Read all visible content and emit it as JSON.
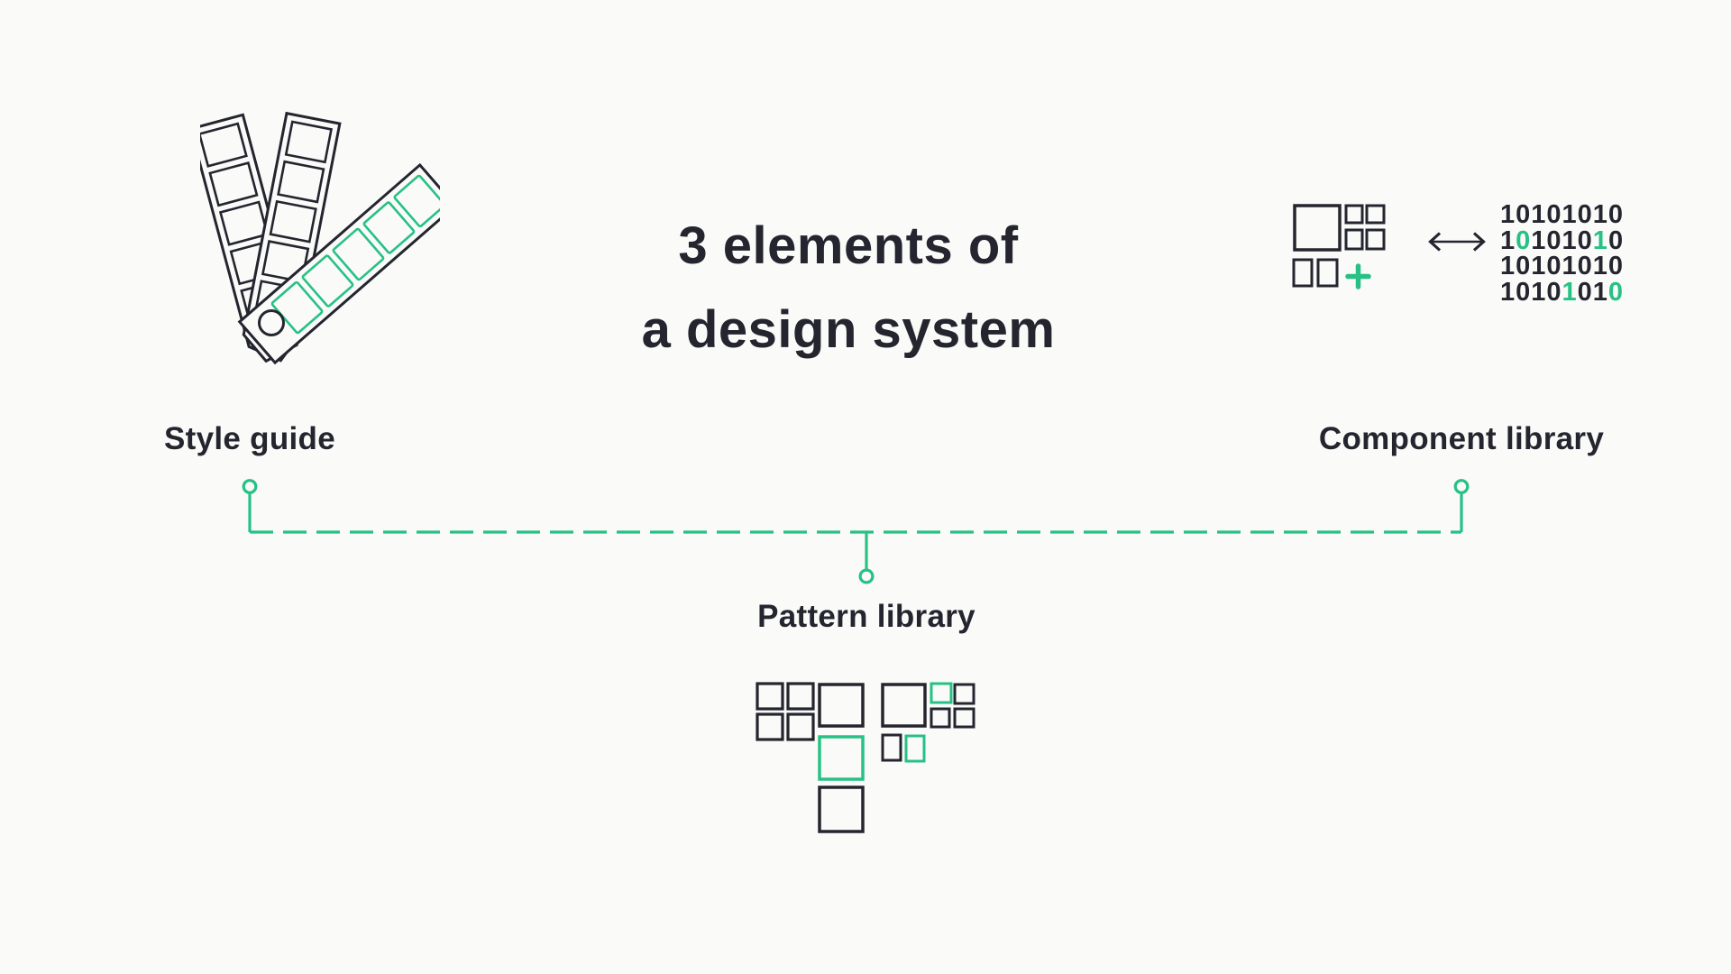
{
  "page": {
    "kind": "infographic",
    "background_color": "#FAFAF9"
  },
  "colors": {
    "ink": "#24252E",
    "accent": "#27C185",
    "background": "#FAFAF9"
  },
  "title": {
    "line1": "3 elements of",
    "line2": "a design system"
  },
  "labels": {
    "style_guide": "Style guide",
    "component_library": "Component library",
    "pattern_library": "Pattern library"
  },
  "icons": {
    "style_guide": "swatch-fan-icon",
    "component_library_blocks": "ui-blocks-icon",
    "component_library_plus": "plus-icon",
    "component_library_arrow": "double-headed-arrow-icon",
    "component_library_code": "binary-code-text",
    "pattern_library": "pattern-blocks-icon",
    "connector": "dashed-connector-with-dots"
  },
  "binary_rows": [
    [
      {
        "t": "10101010",
        "c": "ink"
      }
    ],
    [
      {
        "t": "1",
        "c": "ink"
      },
      {
        "t": "0",
        "c": "accent"
      },
      {
        "t": "1010",
        "c": "ink"
      },
      {
        "t": "1",
        "c": "accent"
      },
      {
        "t": "0",
        "c": "ink"
      }
    ],
    [
      {
        "t": "10101010",
        "c": "ink"
      }
    ],
    [
      {
        "t": "1010",
        "c": "ink"
      },
      {
        "t": "1",
        "c": "accent"
      },
      {
        "t": "01",
        "c": "ink"
      },
      {
        "t": "0",
        "c": "accent"
      }
    ]
  ]
}
